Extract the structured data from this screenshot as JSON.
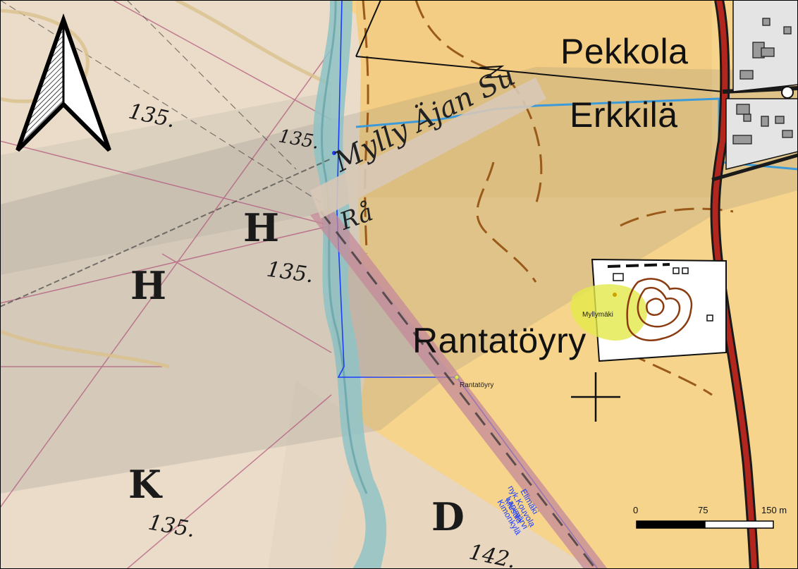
{
  "map": {
    "places": {
      "pekkola": "Pekkola",
      "erkkila": "Erkkilä",
      "rantatoyry_big": "Rantatöyry",
      "rantatoyry_point": "Rantatöyry",
      "myllymaki": "Myllymäki"
    },
    "old_map_text": {
      "script_line1": "Mylly Äjan Su",
      "script_line2": "Rå",
      "letter_h1": "H",
      "letter_h2": "H",
      "letter_k": "K",
      "letter_d": "D",
      "num_135_a": "135.",
      "num_135_b": "135.",
      "num_135_c": "135.",
      "num_135_d": "135.",
      "num_142": "142."
    },
    "border_labels": {
      "right_side": [
        "Elimäki",
        "nyk.Kouvola",
        "Mustila"
      ],
      "left_side": [
        "Lapinjärvi",
        "Kimonkylä"
      ]
    },
    "scale_bar": {
      "ticks": [
        "0",
        "75",
        "150 m"
      ]
    },
    "colors": {
      "field": "#f7d48c",
      "old_map_paper": "#e6d6c4",
      "river": "#8fbfbf",
      "road_red": "#b3261e",
      "border_blue": "#1a3cff",
      "highlight_yellow": "#e3e84a",
      "contour_brown": "#9a5a1a"
    },
    "icons": {
      "north_arrow": "north-arrow-icon",
      "crosshair": "crosshair-icon"
    }
  }
}
